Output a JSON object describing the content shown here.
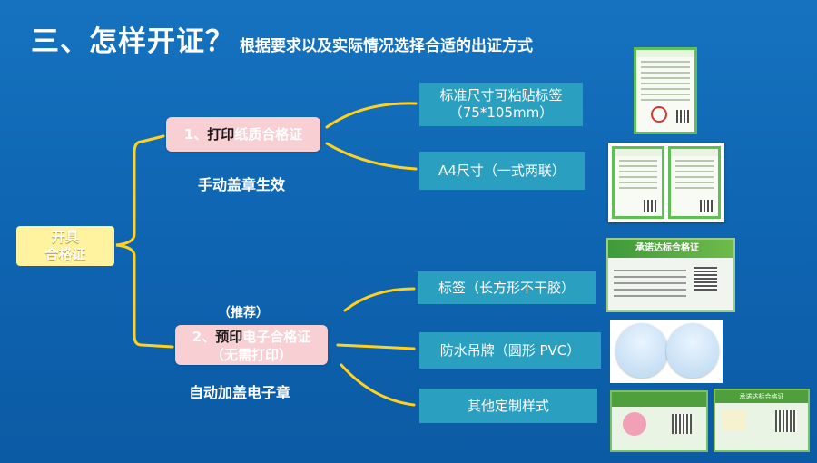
{
  "title": {
    "main": "三、怎样开证？",
    "sub": "根据要求以及实际情况选择合适的出证方式"
  },
  "root": {
    "line1": "开具",
    "line2": "合格证"
  },
  "branch1": {
    "prefix": "1、",
    "highlight": "打印",
    "suffix": "纸质合格证",
    "note": "手动盖章生效",
    "options": {
      "label_line1": "标准尺寸可粘贴标签",
      "label_line2": "（75*105mm）",
      "a4": "A4尺寸（一式两联）"
    }
  },
  "branch2": {
    "recommend": "（推荐）",
    "prefix": "2、",
    "highlight": "预印",
    "suffix": "电子合格证",
    "line2": "（无需打印）",
    "note": "自动加盖电子章",
    "options": {
      "tag": "标签（长方形不干胶）",
      "hang": "防水吊牌（圆形 PVC）",
      "custom": "其他定制样式"
    }
  },
  "thumbs": {
    "cert_title": "承诺达标合格证",
    "label_title": "承诺达标合格证"
  },
  "colors": {
    "background": "#1169b5",
    "option_box": "#2b9fbf",
    "pill": "#f8cfd3",
    "root_box": "#fff3a0",
    "connector": "#ffd21f"
  }
}
